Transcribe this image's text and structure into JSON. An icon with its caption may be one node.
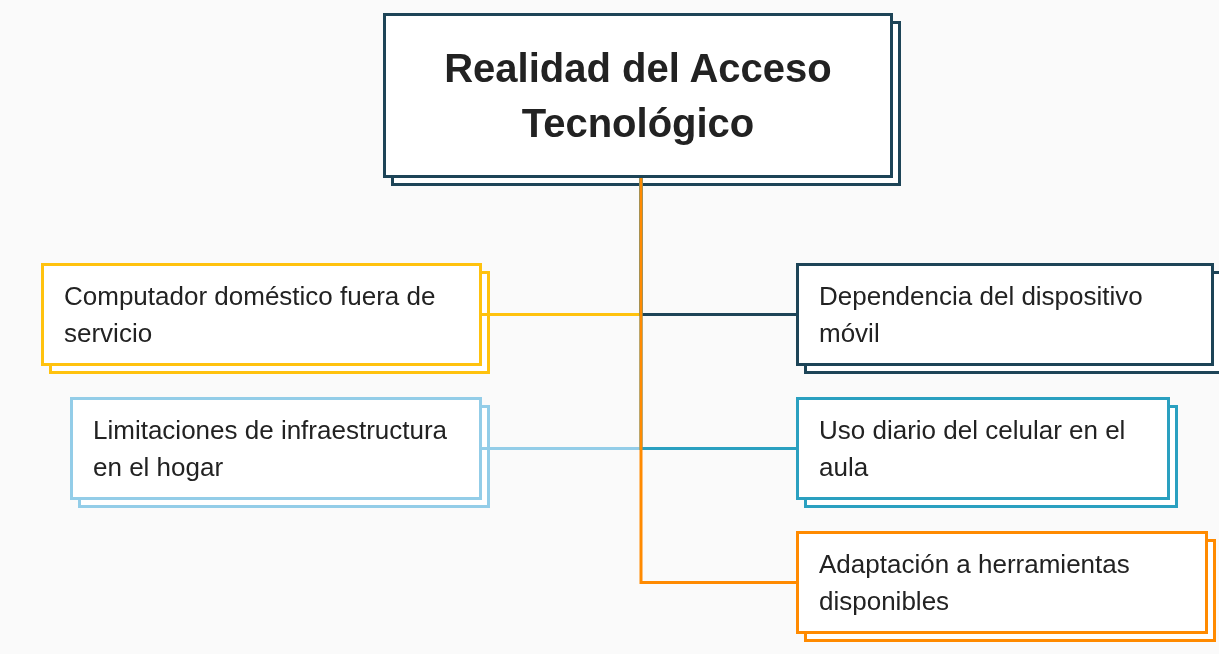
{
  "diagram": {
    "nodes": [
      {
        "text": [
          "Realidad del Acceso Tecnológico"
        ]
      },
      {
        "text": [
          "Computador doméstico fuera de servicio"
        ]
      },
      {
        "text": [
          "Limitaciones de infraestructura en el hogar"
        ]
      },
      {
        "text": [
          "Dependencia del dispositivo móvil"
        ]
      },
      {
        "text": [
          "Uso diario del celular en el aula"
        ]
      },
      {
        "text": [
          "Adaptación a herramientas disponibles"
        ]
      }
    ],
    "edges": [
      {
        "from": 0,
        "to": 1,
        "arrow": "none",
        "color": "#ffc20e"
      },
      {
        "from": 0,
        "to": 2,
        "arrow": "none",
        "color": "#93cde8"
      },
      {
        "from": 0,
        "to": 3,
        "arrow": "none",
        "color": "#1d4457"
      },
      {
        "from": 0,
        "to": 4,
        "arrow": "none",
        "color": "#2aa0c0"
      },
      {
        "from": 0,
        "to": 5,
        "arrow": "none",
        "color": "#ff8a00"
      }
    ]
  }
}
